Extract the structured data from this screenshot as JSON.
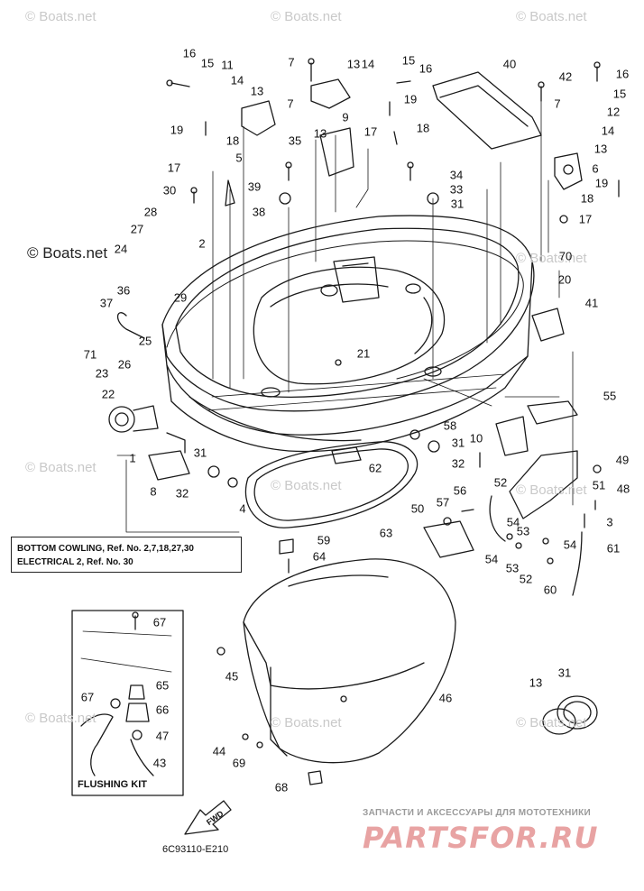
{
  "watermarks": {
    "text": "© Boats.net",
    "main": "© Boats.net"
  },
  "reference_box": {
    "line1": "BOTTOM COWLING, Ref. No. 2,7,18,27,30",
    "line2": "ELECTRICAL 2, Ref. No. 30"
  },
  "flushing_kit": {
    "label": "FLUSHING KIT"
  },
  "diagram_code": "6C93110-E210",
  "fwd_label": "FWD",
  "brand": {
    "tagline": "ЗАПЧАСТИ И АКСЕССУАРЫ ДЛЯ МОТОТЕХНИКИ",
    "name": "PARTSFOR.RU"
  },
  "callouts": [
    "16",
    "15",
    "11",
    "14",
    "13",
    "7",
    "19",
    "18",
    "5",
    "17",
    "39",
    "30",
    "38",
    "28",
    "27",
    "24",
    "29",
    "36",
    "37",
    "71",
    "25",
    "26",
    "23",
    "22",
    "1",
    "2",
    "8",
    "31",
    "32",
    "4",
    "35",
    "9",
    "13",
    "13",
    "14",
    "7",
    "15",
    "16",
    "19",
    "17",
    "18",
    "40",
    "42",
    "7",
    "16",
    "15",
    "12",
    "14",
    "6",
    "13",
    "19",
    "18",
    "17",
    "34",
    "33",
    "31",
    "70",
    "20",
    "41",
    "21",
    "55",
    "58",
    "31",
    "10",
    "62",
    "32",
    "49",
    "52",
    "51",
    "48",
    "3",
    "56",
    "57",
    "50",
    "54",
    "53",
    "54",
    "53",
    "54",
    "52",
    "60",
    "61",
    "59",
    "64",
    "63",
    "67",
    "65",
    "67",
    "66",
    "47",
    "43",
    "45",
    "46",
    "44",
    "69",
    "68",
    "13",
    "31"
  ],
  "colors": {
    "line": "#1a1a1a",
    "watermark": "#c9c9c9",
    "brand": "#e8a3a3"
  }
}
